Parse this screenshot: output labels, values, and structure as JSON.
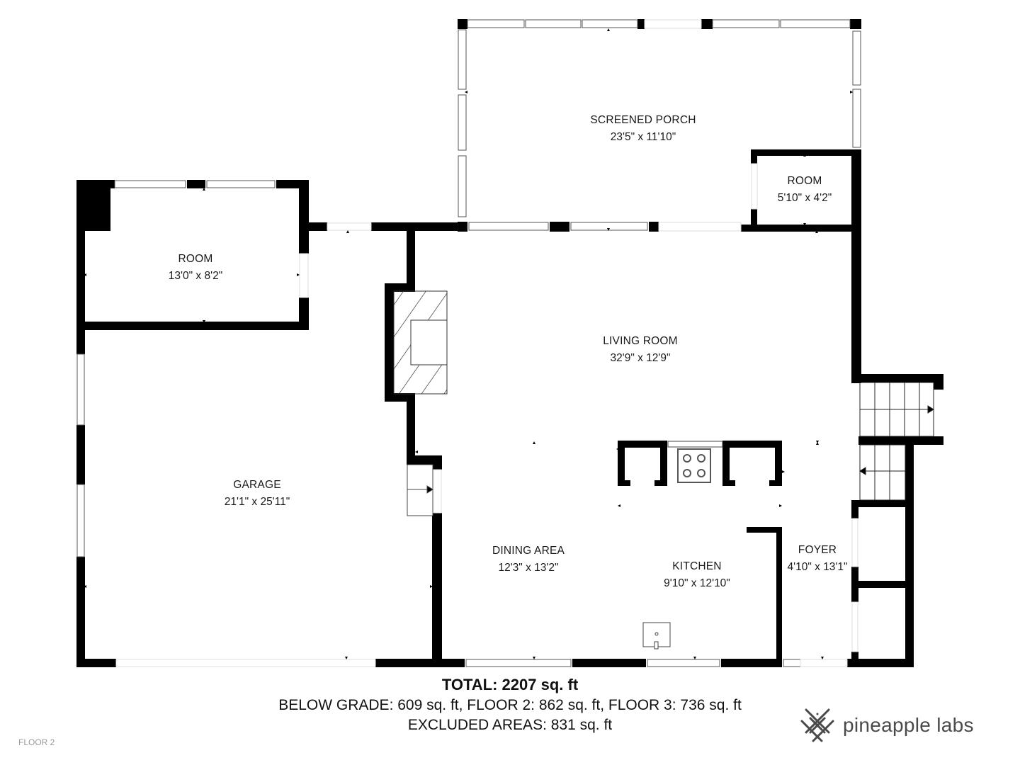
{
  "rooms": {
    "screened_porch": {
      "name": "SCREENED PORCH",
      "dims": "23'5\" x 11'10\""
    },
    "room_small": {
      "name": "ROOM",
      "dims": "5'10\" x 4'2\""
    },
    "room_left": {
      "name": "ROOM",
      "dims": "13'0\" x 8'2\""
    },
    "living_room": {
      "name": "LIVING ROOM",
      "dims": "32'9\" x 12'9\""
    },
    "garage": {
      "name": "GARAGE",
      "dims": "21'1\" x 25'11\""
    },
    "dining_area": {
      "name": "DINING AREA",
      "dims": "12'3\" x 13'2\""
    },
    "kitchen": {
      "name": "KITCHEN",
      "dims": "9'10\" x 12'10\""
    },
    "foyer": {
      "name": "FOYER",
      "dims": "4'10\" x 13'1\""
    }
  },
  "summary": {
    "total": "TOTAL: 2207 sq. ft",
    "breakdown": "BELOW GRADE: 609 sq. ft, FLOOR 2: 862 sq. ft, FLOOR 3: 736 sq. ft",
    "excluded": "EXCLUDED AREAS: 831 sq. ft"
  },
  "floor_label": "FLOOR 2",
  "brand": {
    "name": "pineapple labs",
    "icon": "pineapple-lattice-icon"
  },
  "colors": {
    "wall": "#000000",
    "window": "#d8d8e0",
    "text": "#1a1a1a",
    "brand": "#4a4a4a"
  }
}
